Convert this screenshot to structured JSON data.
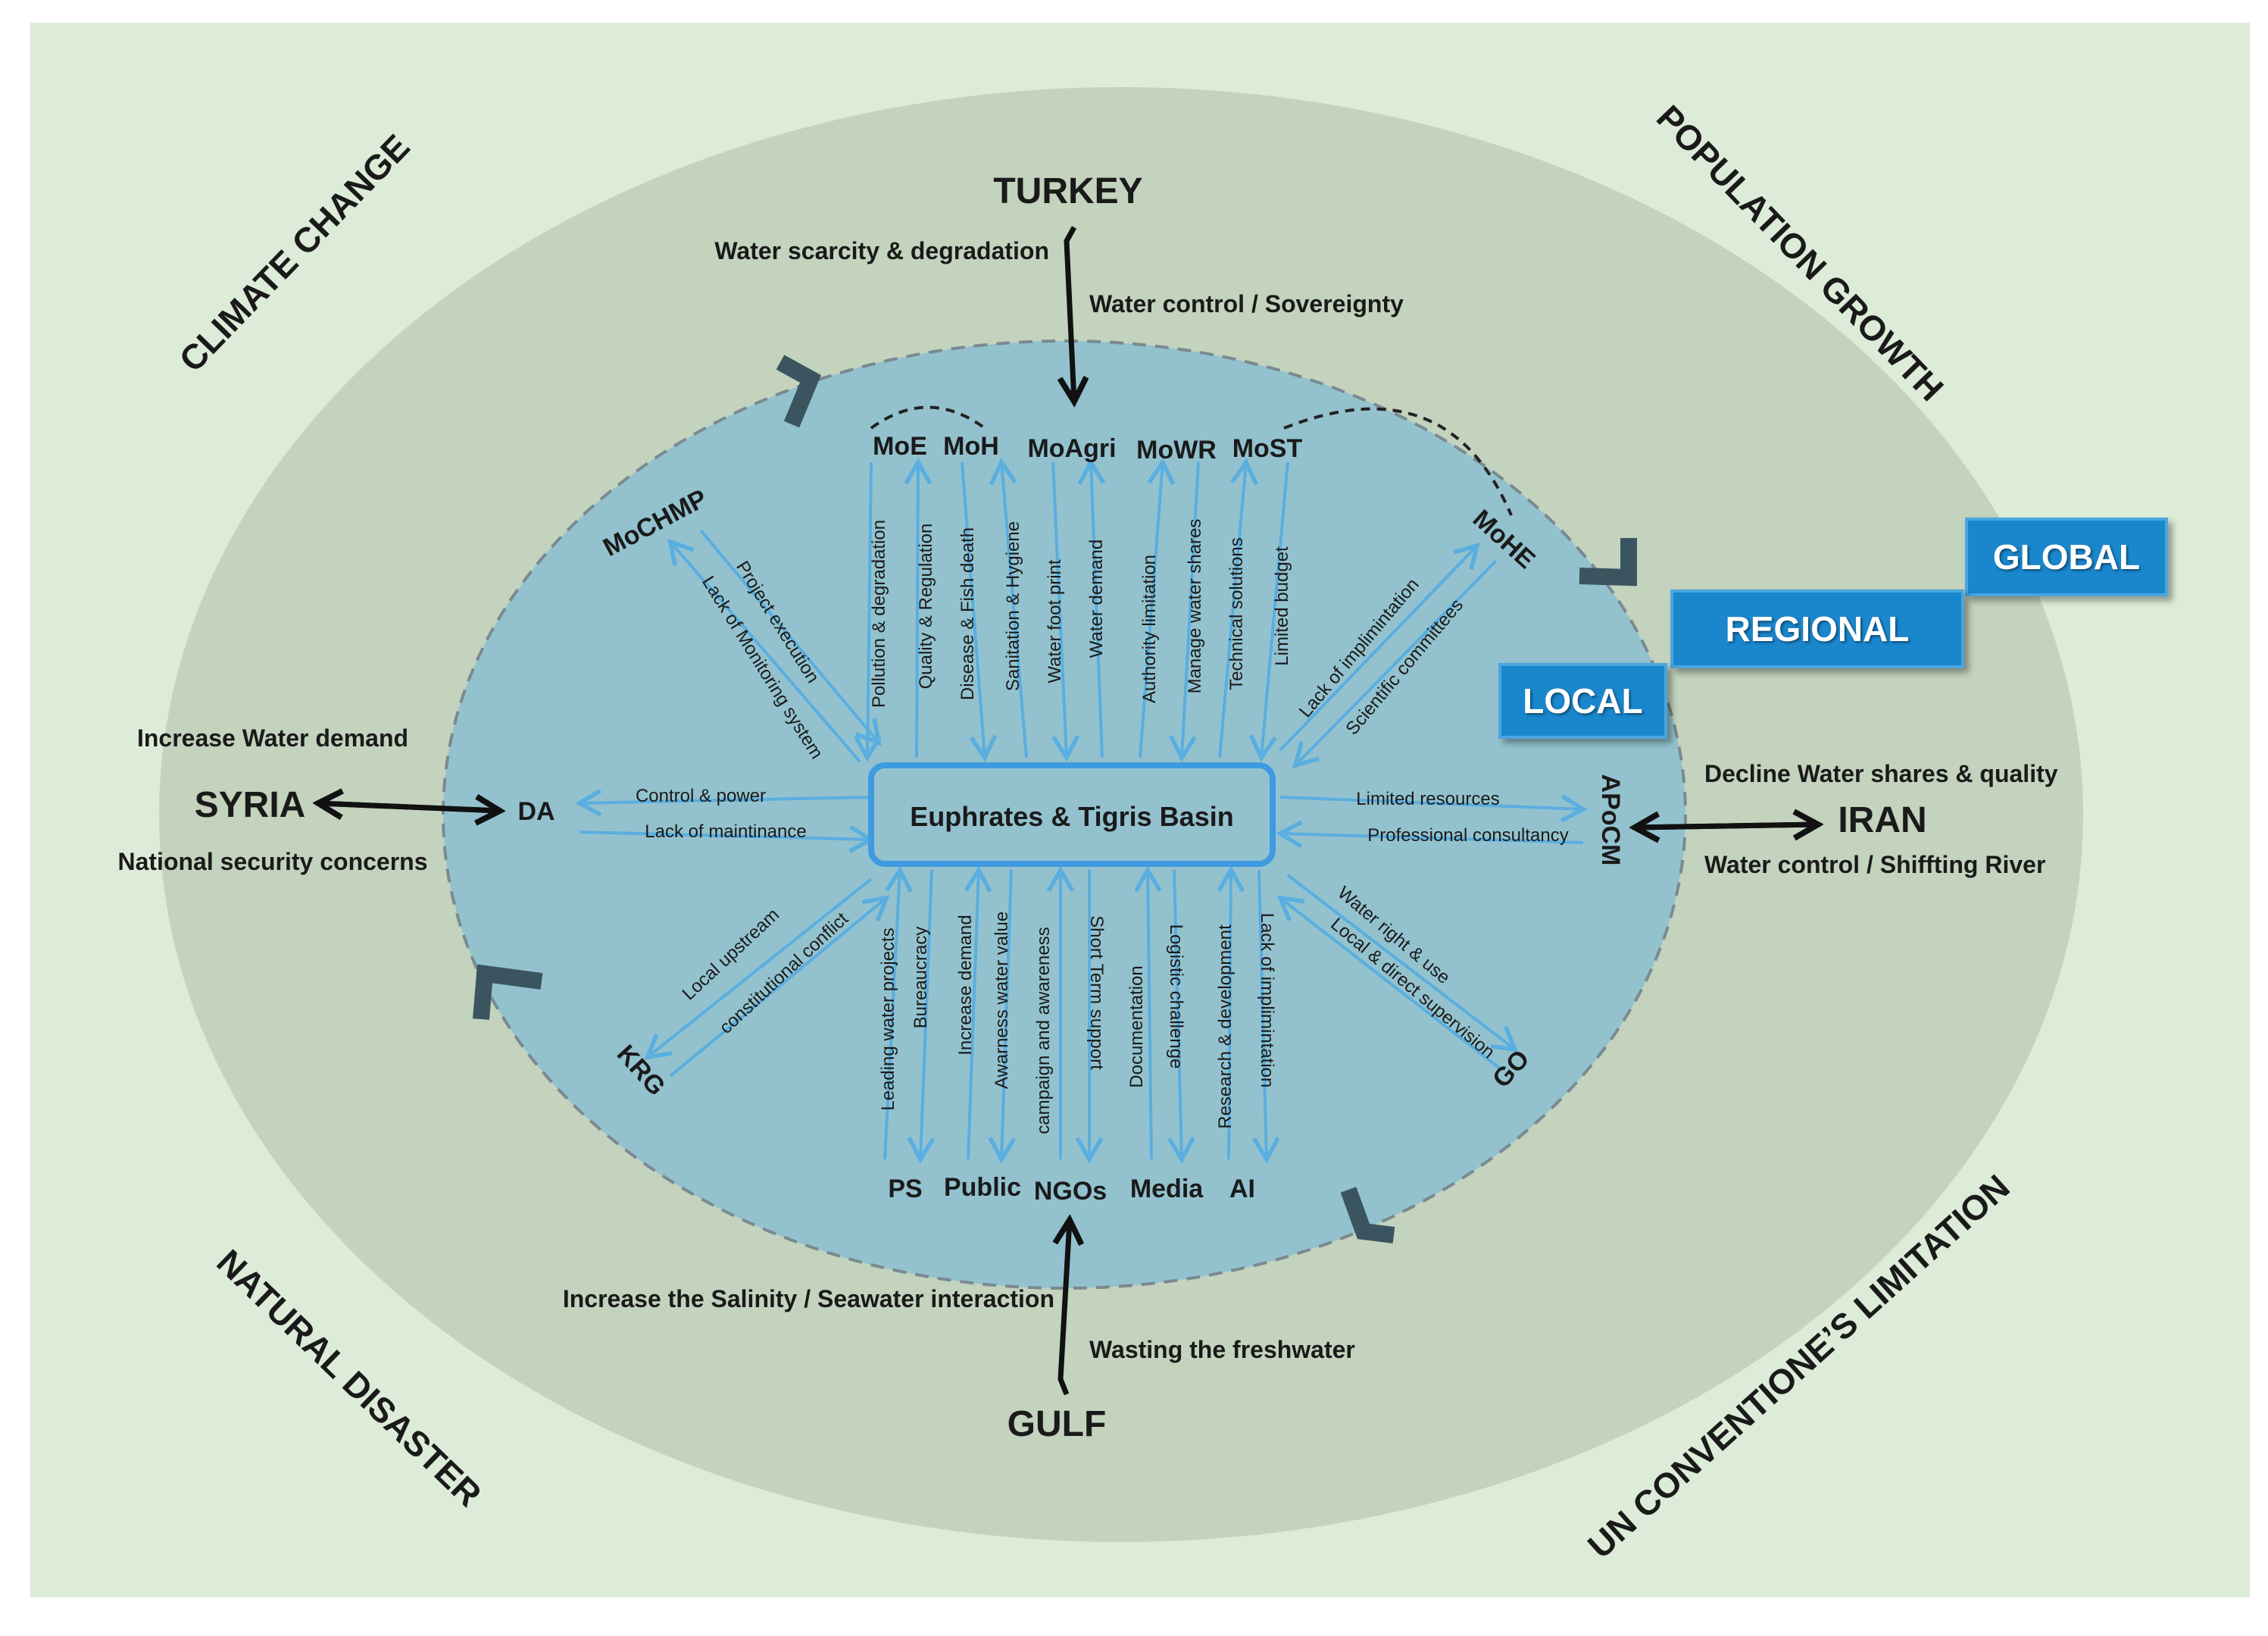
{
  "colors": {
    "background": "#dcecd8",
    "outer_ring": "#c3d3bd",
    "inner_basin": "#93c2ce",
    "arrow_blue": "#5aaee0",
    "box_blue": "#1a86cc",
    "dark_arrow": "#111111",
    "marker": "#3a5560"
  },
  "global_drivers": {
    "climate_change": "CLIMATE CHANGE",
    "population_growth": "POPULATION GROWTH",
    "natural_disaster": "NATURAL DISASTER",
    "un_conventions": "UN CONVENTIONE’S LIMITATION"
  },
  "levels": {
    "global": "GLOBAL",
    "regional": "REGIONAL",
    "local": "LOCAL"
  },
  "center": {
    "label": "Euphrates & Tigris Basin"
  },
  "countries": {
    "turkey": {
      "name": "TURKEY",
      "issue_left": "Water scarcity & degradation",
      "issue_right": "Water control / Sovereignty"
    },
    "syria": {
      "name": "SYRIA",
      "issue_top": "Increase Water demand",
      "issue_bottom": "National security concerns"
    },
    "iran": {
      "name": "IRAN",
      "issue_top": "Decline Water shares & quality",
      "issue_bottom": "Water control / Shiffting River"
    },
    "gulf": {
      "name": "GULF",
      "issue_left": "Increase the Salinity / Seawater interaction",
      "issue_right": "Wasting the freshwater"
    }
  },
  "stakeholders": {
    "moe": "MoE",
    "moh": "MoH",
    "moagri": "MoAgri",
    "mowr": "MoWR",
    "most": "MoST",
    "mochmp": "MoCHMP",
    "mohe": "MoHE",
    "da": "DA",
    "apocm": "APoCM",
    "krg": "KRG",
    "go": "GO",
    "ps": "PS",
    "public": "Public",
    "ngos": "NGOs",
    "media": "Media",
    "ai": "AI"
  },
  "links": {
    "moe_1": "Pollution & degradation",
    "moe_2": "Quality & Regulation",
    "moh_1": "Disease & Fish death",
    "moh_2": "Sanitation & Hygiene",
    "moagri_1": "Water foot print",
    "moagri_2": "Water demand",
    "mowr_1": "Authority limitation",
    "mowr_2": "Manage water shares",
    "most_1": "Technical solutions",
    "most_2": "Limited budget",
    "mochmp_1": "Project execution",
    "mochmp_2": "Lack of Monitoring system",
    "mohe_1": "Lack of implimintation",
    "mohe_2": "Scientific committees",
    "da_1": "Control & power",
    "da_2": "Lack of maintinance",
    "apocm_1": "Limited resources",
    "apocm_2": "Professional consultancy",
    "krg_1": "Local upstream",
    "krg_2": "constitutional conflict",
    "go_1": "Water right & use",
    "go_2": "Local & direct supervision",
    "ps_1": "Leading water projects",
    "ps_2": "Bureaucracy",
    "public_1": "Increase demand",
    "public_2": "Awarness water value",
    "ngos_1": "campaign and awareness",
    "ngos_2": "Short Term support",
    "media_1": "Documentation",
    "media_2": "Logistic challenge",
    "ai_1": "Research & development",
    "ai_2": "Lack of implimintation"
  }
}
